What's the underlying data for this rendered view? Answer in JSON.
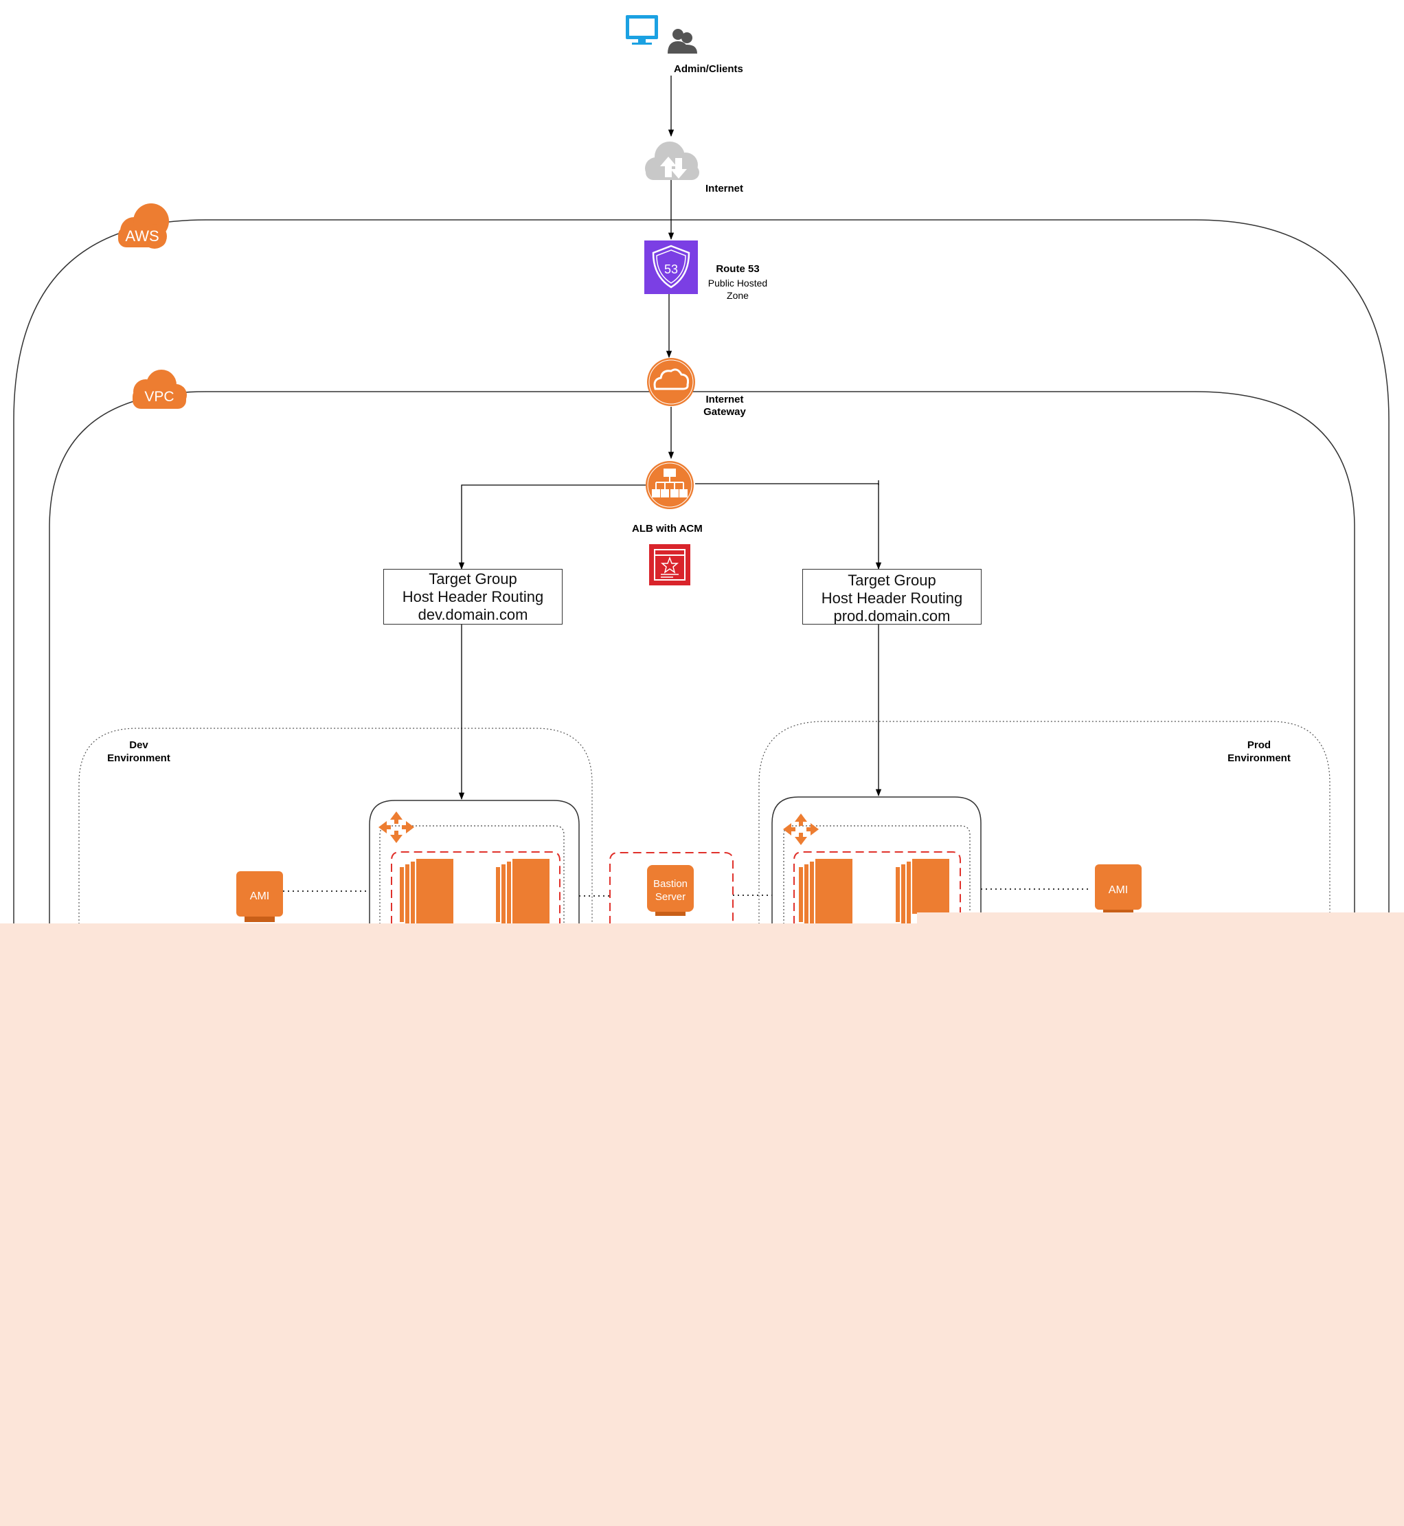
{
  "labels": {
    "admin_clients": "Admin/Clients",
    "internet": "Internet",
    "route53_title": "Route 53",
    "route53_sub1": "Public Hosted",
    "route53_sub2": "Zone",
    "igw_line1": "Internet",
    "igw_line2": "Gateway",
    "alb": "ALB with ACM",
    "aws_badge": "AWS",
    "vpc_badge": "VPC",
    "dev_env_line1": "Dev",
    "dev_env_line2": "Environment",
    "prod_env_line1": "Prod",
    "prod_env_line2": "Environment",
    "ami_left": "AMI",
    "ami_right": "AMI",
    "bastion_line1": "Bastion",
    "bastion_line2": "Server"
  },
  "target_groups": [
    {
      "line1": "Target Group",
      "line2": "Host Header Routing",
      "line3": "dev.domain.com"
    },
    {
      "line1": "Target Group",
      "line2": "Host Header Routing",
      "line3": "prod.domain.com"
    }
  ],
  "colors": {
    "aws_orange": "#ED7D31",
    "route53_purple": "#7B3FE4",
    "acm_red": "#D9242B",
    "client_blue": "#1BA1E2",
    "user_gray": "#555555",
    "internet_gray": "#C8C8C8",
    "dashed_red": "#E0312B",
    "overlay_peach": "#FCE5D9"
  },
  "icons": [
    "monitor-icon",
    "users-icon",
    "internet-cloud-icon",
    "route53-icon",
    "internet-gateway-icon",
    "alb-icon",
    "acm-certificate-icon",
    "aws-cloud-badge",
    "vpc-cloud-badge",
    "ami-icon",
    "ec2-instance-icon",
    "autoscaling-icon",
    "bastion-server-icon"
  ]
}
